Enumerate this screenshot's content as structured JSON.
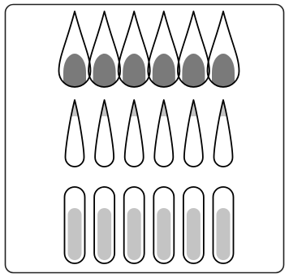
{
  "figure": {
    "background": "#ffffff",
    "frame_stroke": "#222222",
    "outline_stroke": "#000000",
    "dark_fill": "#7a7a7a",
    "light_fill": "#c4c4c4"
  },
  "rows": [
    {
      "name": "row-wide-drops",
      "shape": "wide-drop-pointed-top",
      "fill_region": "bottom",
      "fill_color_key": "dark_fill",
      "count": 6
    },
    {
      "name": "row-narrow-drops",
      "shape": "narrow-drop-pointed-top",
      "fill_region": "tip",
      "fill_color_key": "light_fill",
      "count": 6
    },
    {
      "name": "row-capsules",
      "shape": "capsule",
      "fill_region": "lower-body",
      "fill_color_key": "light_fill",
      "count": 6
    }
  ]
}
